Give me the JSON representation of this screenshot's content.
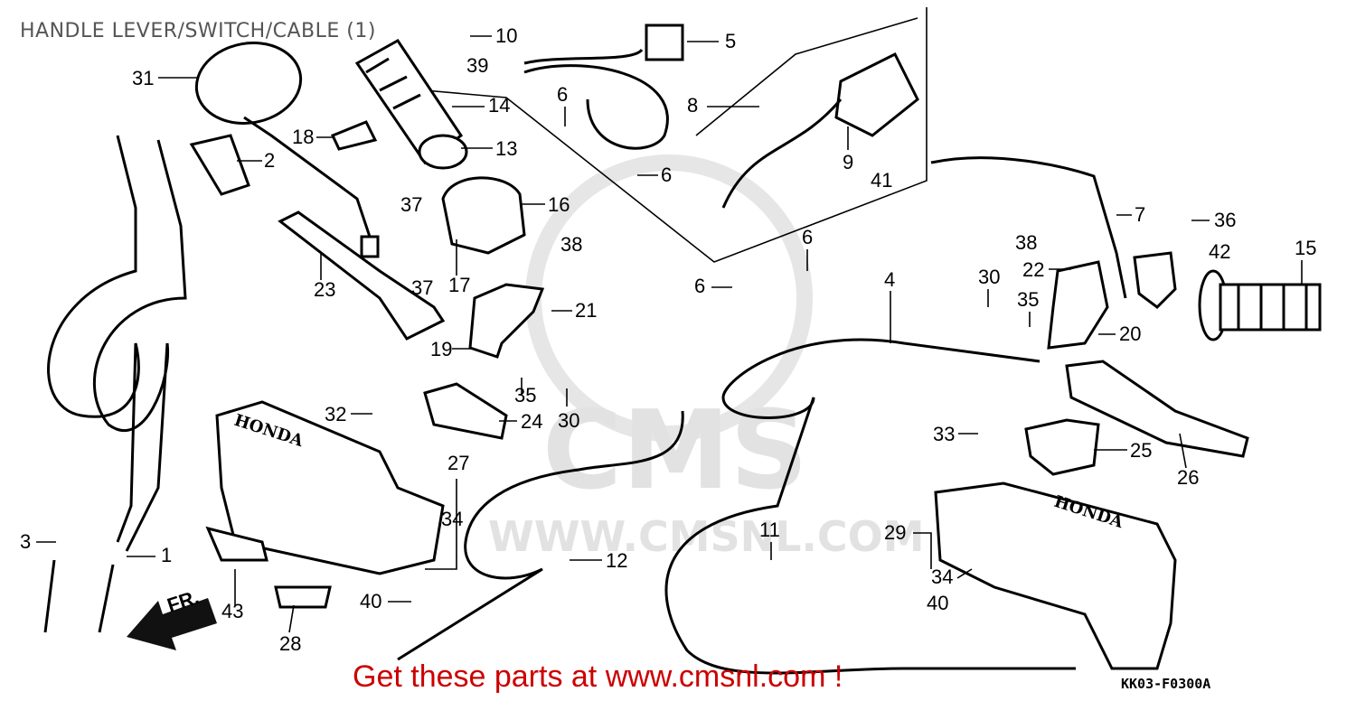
{
  "title": "HANDLE LEVER/SWITCH/CABLE (1)",
  "footer": "Get these parts at www.cmsnl.com !",
  "diagram_code": "KK03-F0300A",
  "watermark": {
    "brand": "CMS",
    "url": "WWW.CMSNL.COM"
  },
  "direction_label": "FR.",
  "brand_marks": [
    "HONDA",
    "HONDA"
  ],
  "accent_color": "#cc0000",
  "callouts": [
    "1",
    "2",
    "3",
    "4",
    "5",
    "6",
    "6",
    "6",
    "6",
    "7",
    "8",
    "9",
    "10",
    "11",
    "12",
    "13",
    "14",
    "15",
    "16",
    "17",
    "18",
    "19",
    "20",
    "21",
    "22",
    "23",
    "24",
    "25",
    "26",
    "27",
    "28",
    "29",
    "30",
    "30",
    "31",
    "32",
    "33",
    "34",
    "34",
    "35",
    "35",
    "36",
    "37",
    "37",
    "38",
    "38",
    "39",
    "40",
    "40",
    "41",
    "42",
    "43"
  ]
}
